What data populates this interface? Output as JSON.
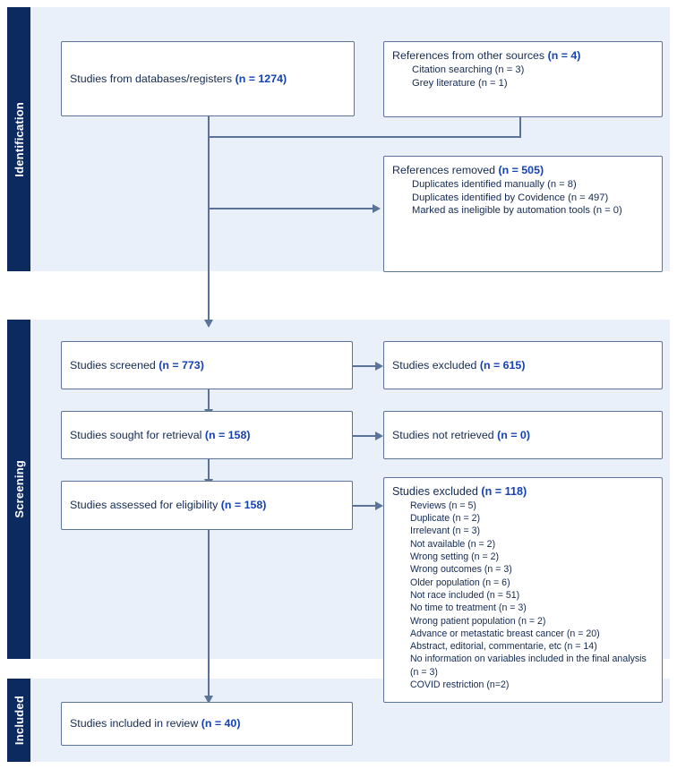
{
  "diagram": {
    "type": "prisma-flow-diagram",
    "accent_navy": "#0d2a5e",
    "panel_bg": "#eaf0fa",
    "box_border": "#5b7397",
    "number_color": "#1441b5",
    "text_color": "#132a52"
  },
  "stages": [
    {
      "id": "identification",
      "label": "Identification"
    },
    {
      "id": "screening",
      "label": "Screening"
    },
    {
      "id": "included",
      "label": "Included"
    }
  ],
  "nodes": {
    "databases": {
      "title": "Studies from databases/registers",
      "count": "(n = 1274)"
    },
    "other_sources": {
      "title": "References from other sources",
      "count": "(n = 4)",
      "items": [
        "Citation searching (n = 3)",
        "Grey literature (n = 1)"
      ]
    },
    "references_removed": {
      "title": "References removed",
      "count": "(n = 505)",
      "items": [
        "Duplicates identified manually (n = 8)",
        "Duplicates identified by Covidence (n = 497)",
        "Marked as ineligible by automation tools (n = 0)"
      ]
    },
    "screened": {
      "title": "Studies screened",
      "count": "(n = 773)"
    },
    "excluded_screened": {
      "title": "Studies excluded",
      "count": "(n = 615)"
    },
    "sought_retrieval": {
      "title": "Studies sought for retrieval",
      "count": "(n = 158)"
    },
    "not_retrieved": {
      "title": "Studies not retrieved",
      "count": "(n = 0)"
    },
    "assessed_eligibility": {
      "title": "Studies assessed for eligibility",
      "count": "(n = 158)"
    },
    "excluded_eligibility": {
      "title": "Studies excluded",
      "count": "(n = 118)",
      "items": [
        "Reviews (n = 5)",
        "Duplicate (n = 2)",
        "Irrelevant (n = 3)",
        "Not available (n = 2)",
        "Wrong setting (n = 2)",
        "Wrong outcomes (n = 3)",
        "Older population (n = 6)",
        "Not race included (n = 51)",
        "No time to treatment (n = 3)",
        "Wrong patient population (n = 2)",
        "Advance or metastatic breast cancer (n = 20)",
        "Abstract, editorial, commentarie, etc (n = 14)",
        "No information on variables included in the final analysis (n = 3)",
        "COVID restriction (n=2)"
      ]
    },
    "included_review": {
      "title": "Studies included in review",
      "count": "(n = 40)"
    }
  }
}
